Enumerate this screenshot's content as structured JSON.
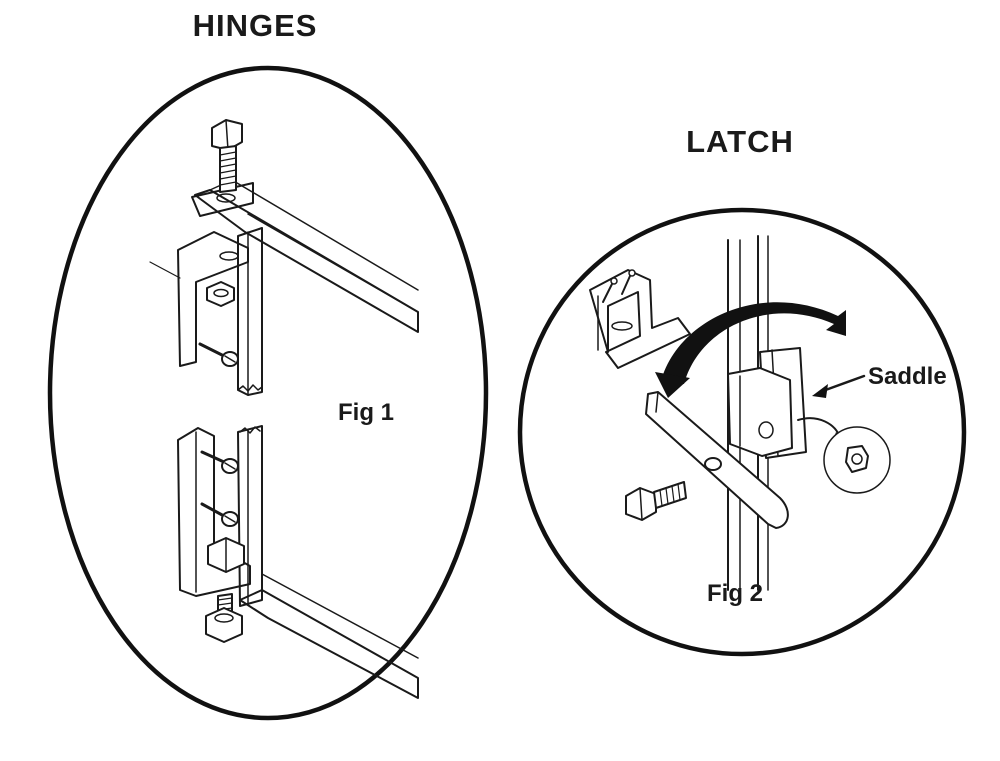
{
  "hinges": {
    "title": "HINGES",
    "figure_label": "Fig 1"
  },
  "latch": {
    "title": "LATCH",
    "figure_label": "Fig 2",
    "callouts": {
      "saddle": "Saddle"
    }
  }
}
